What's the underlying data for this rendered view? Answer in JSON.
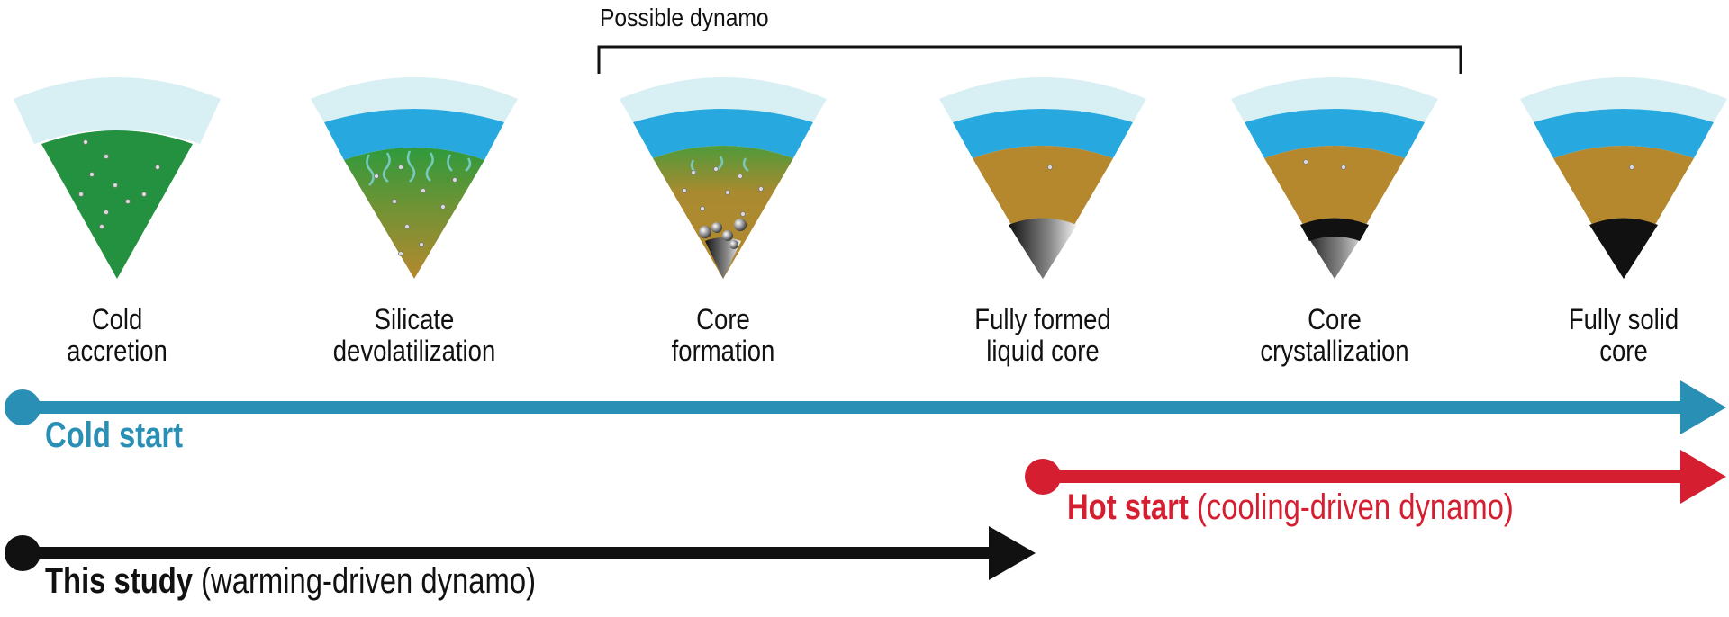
{
  "bracket": {
    "label": "Possible dynamo"
  },
  "stages": [
    {
      "id": "cold-accretion",
      "lines": [
        "Cold",
        "accretion"
      ]
    },
    {
      "id": "silicate-devolatilization",
      "lines": [
        "Silicate",
        "devolatilization"
      ]
    },
    {
      "id": "core-formation",
      "lines": [
        "Core",
        "formation"
      ]
    },
    {
      "id": "fully-formed-liquid-core",
      "lines": [
        "Fully formed",
        "liquid core"
      ]
    },
    {
      "id": "core-crystallization",
      "lines": [
        "Core",
        "crystallization"
      ]
    },
    {
      "id": "fully-solid-core",
      "lines": [
        "Fully solid",
        "core"
      ]
    }
  ],
  "timelines": {
    "cold_start": {
      "label_bold": "Cold start",
      "label_rest": "",
      "color": "#2a8fb5"
    },
    "hot_start": {
      "label_bold": "Hot start",
      "label_rest": " (cooling-driven dynamo)",
      "color": "#d51f31"
    },
    "this_study": {
      "label_bold": "This study",
      "label_rest": " (warming-driven dynamo)",
      "color": "#111111"
    }
  },
  "colors": {
    "crust": "#d8eff4",
    "water": "#27a9df",
    "chondrite": "#23913f",
    "silicate": "#b5882e",
    "core": "#111111"
  }
}
